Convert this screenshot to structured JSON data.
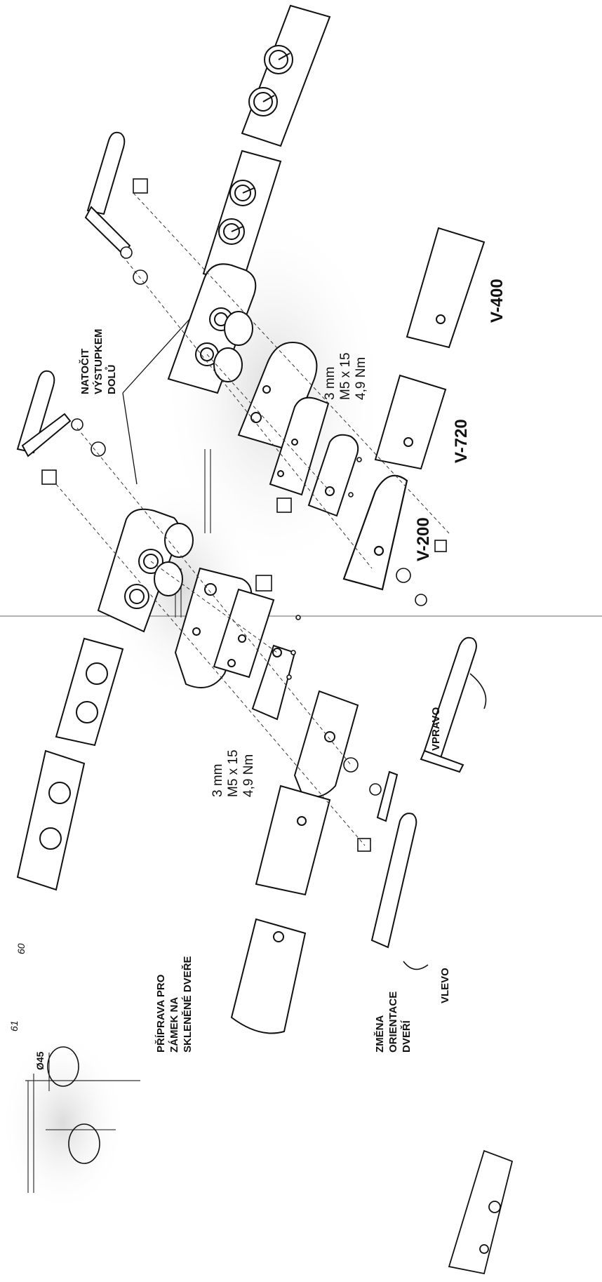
{
  "labels": {
    "natocit": [
      "NATOČIT",
      "VÝSTUPKEM",
      "DOLŮ"
    ],
    "spec": [
      "3 mm",
      "M5 x 15",
      "4,9 Nm"
    ],
    "spec_left": [
      "3 mm",
      "M5 x 15",
      "4,9 Nm"
    ],
    "v400": "V-400",
    "v720": "V-720",
    "v200": "V-200",
    "vpravo": "VPRAVO",
    "vlevo": "VLEVO",
    "priprava": [
      "PŘÍPRAVA PRO",
      "ZÁMEK NA",
      "SKLENĚNÉ DVEŘE"
    ],
    "zmena": [
      "ZMĚNA",
      "ORIENTACE",
      "DVEŘÍ"
    ],
    "dia": "Ø45",
    "dim_61": "61",
    "dim_60": "60"
  }
}
